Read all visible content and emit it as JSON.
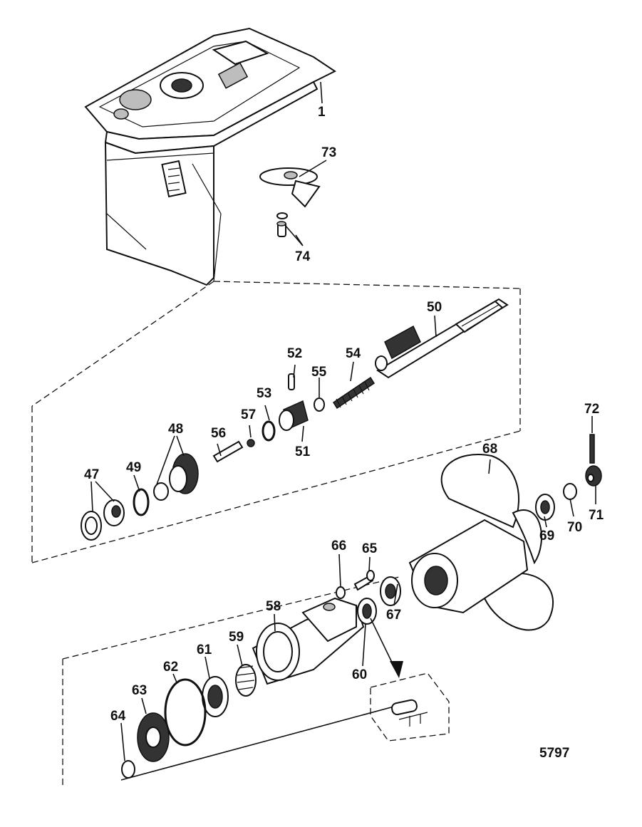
{
  "diagram": {
    "reference_number": "5797",
    "callouts": {
      "c1": "1",
      "c47": "47",
      "c48": "48",
      "c49": "49",
      "c50": "50",
      "c51": "51",
      "c52": "52",
      "c53": "53",
      "c54": "54",
      "c55": "55",
      "c56": "56",
      "c57": "57",
      "c58": "58",
      "c59": "59",
      "c60": "60",
      "c61": "61",
      "c62": "62",
      "c63": "63",
      "c64": "64",
      "c65": "65",
      "c66": "66",
      "c67": "67",
      "c68": "68",
      "c69": "69",
      "c70": "70",
      "c71": "71",
      "c72": "72",
      "c73": "73",
      "c74": "74"
    }
  }
}
